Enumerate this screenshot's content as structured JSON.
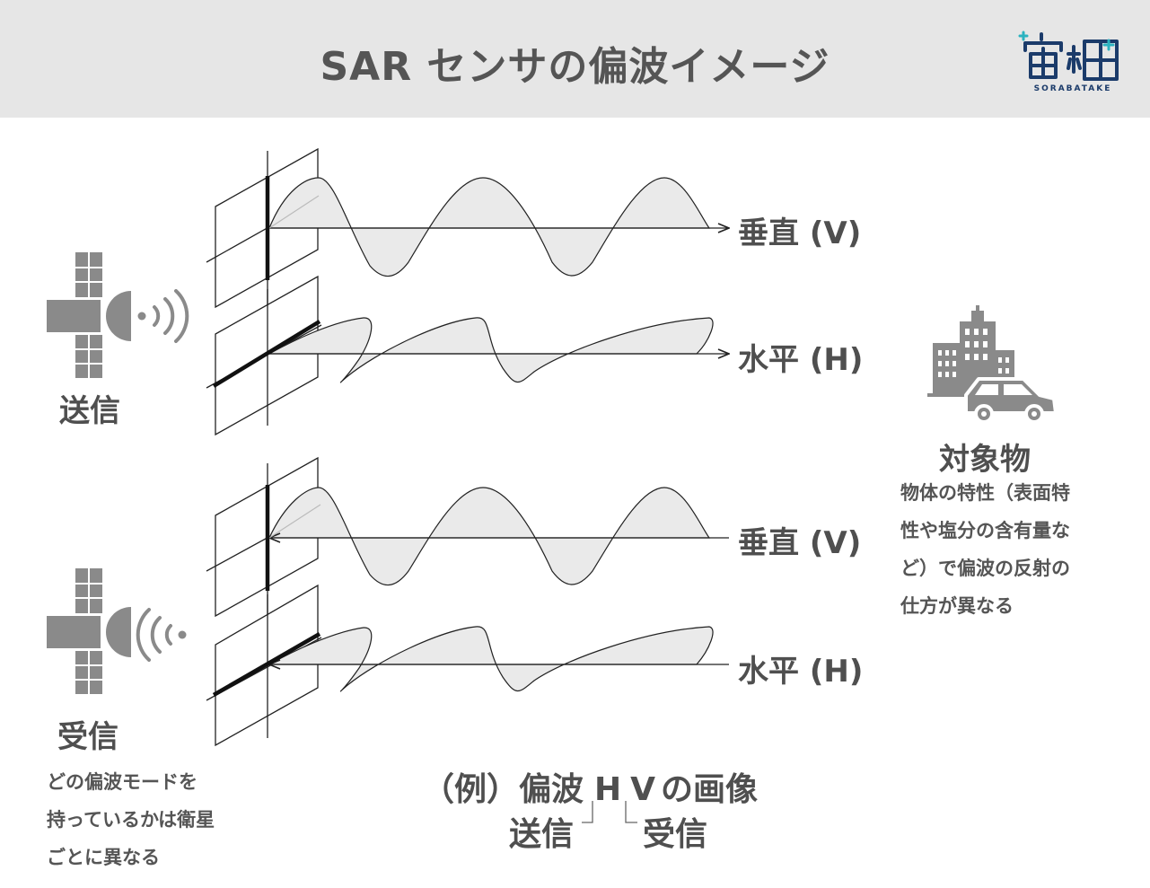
{
  "title": "SAR センサの偏波イメージ",
  "logo": {
    "kanji": "宙畑",
    "romaji": "SORABATAKE"
  },
  "transmit": {
    "label": "送信",
    "waves": [
      {
        "label": "垂直 (V)"
      },
      {
        "label": "水平 (H)"
      }
    ]
  },
  "receive": {
    "label": "受信",
    "waves": [
      {
        "label": "垂直 (V)"
      },
      {
        "label": "水平 (H)"
      }
    ]
  },
  "receive_note": [
    "どの偏波モードを",
    "持っているかは衛星",
    "ごとに異なる"
  ],
  "target": {
    "label": "対象物",
    "note": [
      "物体の特性（表面特",
      "性や塩分の含有量な",
      "ど）で偏波の反射の",
      "仕方が異なる"
    ]
  },
  "example": {
    "prefix": "（例）偏波",
    "h": "H",
    "v": "V",
    "suffix": "の画像",
    "h_meaning": "送信",
    "v_meaning": "受信"
  }
}
